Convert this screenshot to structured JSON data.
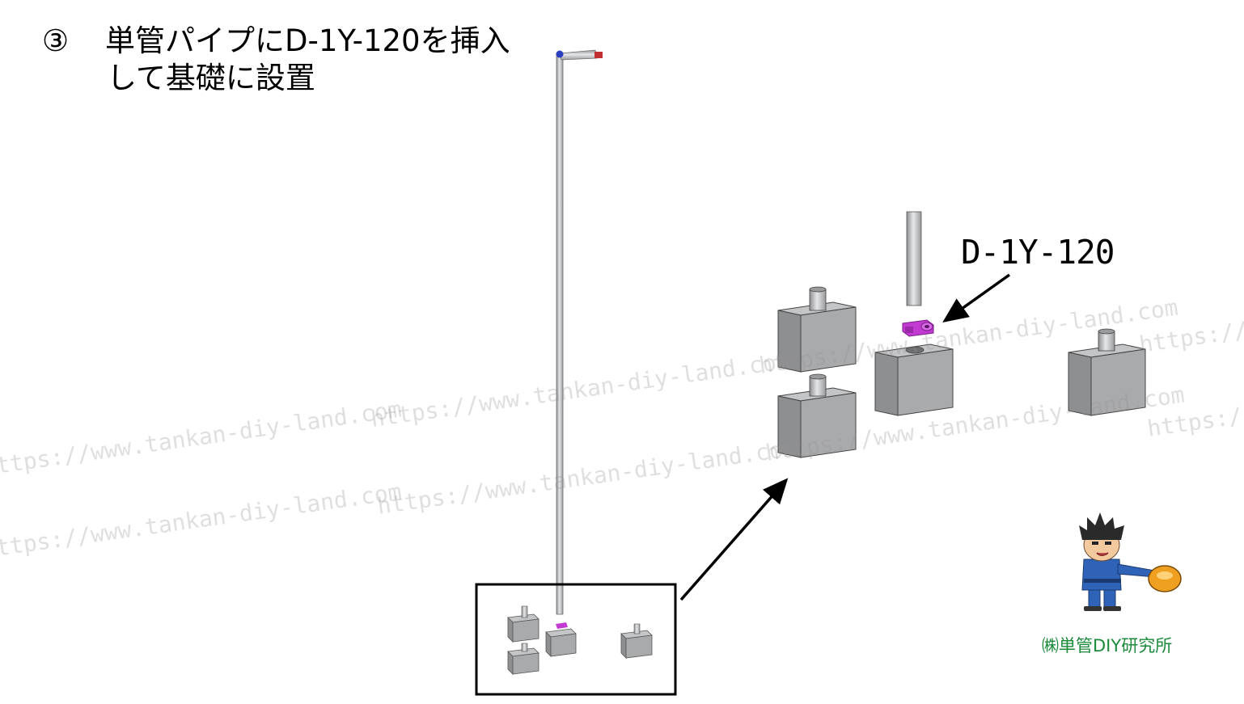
{
  "title": {
    "step_number": "③",
    "line1": "単管パイプにD-1Y-120を挿入",
    "line2": "して基礎に設置"
  },
  "part_label": "D-1Y-120",
  "company_name": "㈱単管DIY研究所",
  "watermark_text": "https://www.tankan-diy-land.com",
  "colors": {
    "concrete": "#a9aaac",
    "concrete_top": "#c4c5c7",
    "concrete_dark": "#8e8f91",
    "pipe": "#c8c9cb",
    "fitting": "#c23ad1",
    "frame": "#000000",
    "company_text": "#1a8a3a"
  }
}
